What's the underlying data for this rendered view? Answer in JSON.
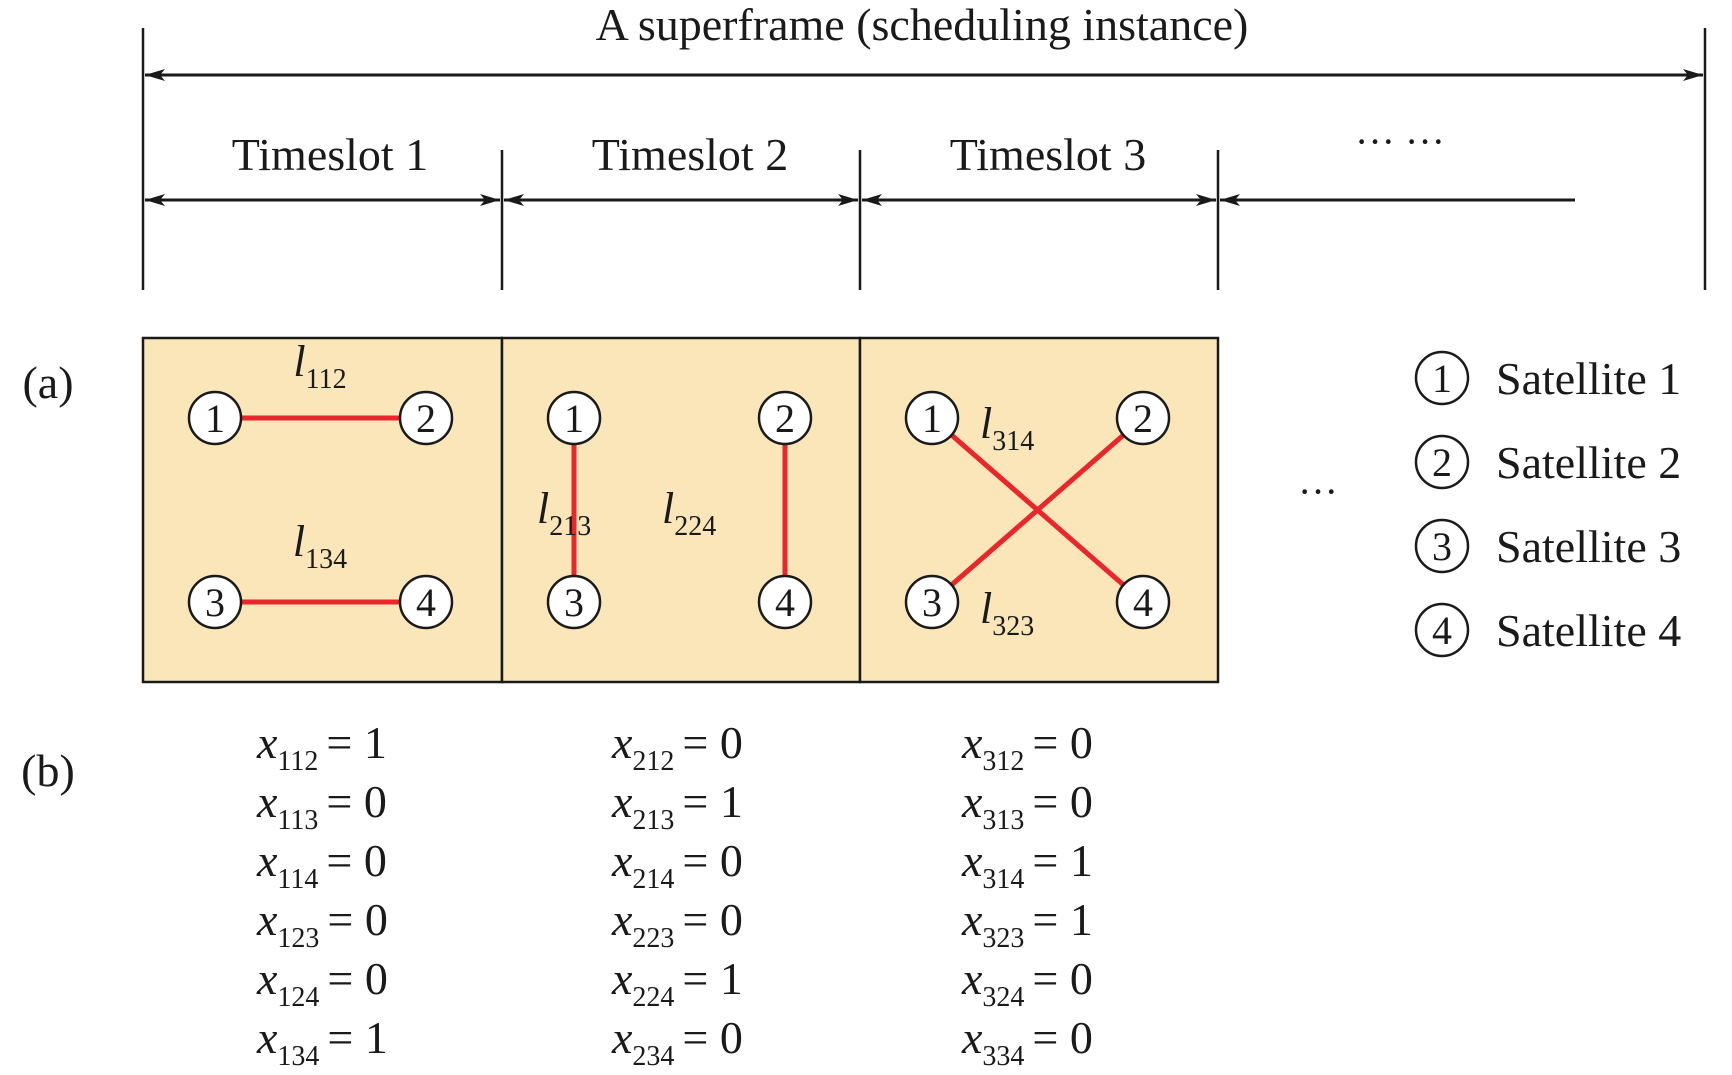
{
  "superframe": {
    "label": "A superframe (scheduling instance)"
  },
  "timeslots": [
    {
      "label": "Timeslot 1"
    },
    {
      "label": "Timeslot 2"
    },
    {
      "label": "Timeslot 3"
    }
  ],
  "timeslot_more": "··· ···",
  "panel_a": {
    "label": "(a)",
    "ellipsis": "···"
  },
  "panel_b": {
    "label": "(b)"
  },
  "slots": [
    {
      "nodes": [
        "1",
        "2",
        "3",
        "4"
      ],
      "links": [
        {
          "from": "1",
          "to": "2",
          "base": "l",
          "sub": "112"
        },
        {
          "from": "3",
          "to": "4",
          "base": "l",
          "sub": "134"
        }
      ]
    },
    {
      "nodes": [
        "1",
        "2",
        "3",
        "4"
      ],
      "links": [
        {
          "from": "1",
          "to": "3",
          "base": "l",
          "sub": "213"
        },
        {
          "from": "2",
          "to": "4",
          "base": "l",
          "sub": "224"
        }
      ]
    },
    {
      "nodes": [
        "1",
        "2",
        "3",
        "4"
      ],
      "links": [
        {
          "from": "1",
          "to": "4",
          "base": "l",
          "sub": "314"
        },
        {
          "from": "2",
          "to": "3",
          "base": "l",
          "sub": "323"
        }
      ]
    }
  ],
  "legend": [
    {
      "num": "1",
      "label": "Satellite 1"
    },
    {
      "num": "2",
      "label": "Satellite 2"
    },
    {
      "num": "3",
      "label": "Satellite 3"
    },
    {
      "num": "4",
      "label": "Satellite 4"
    }
  ],
  "equations": [
    [
      {
        "var": "x",
        "sub": "112",
        "eq": "= 1"
      },
      {
        "var": "x",
        "sub": "113",
        "eq": "= 0"
      },
      {
        "var": "x",
        "sub": "114",
        "eq": "= 0"
      },
      {
        "var": "x",
        "sub": "123",
        "eq": "= 0"
      },
      {
        "var": "x",
        "sub": "124",
        "eq": "= 0"
      },
      {
        "var": "x",
        "sub": "134",
        "eq": "= 1"
      }
    ],
    [
      {
        "var": "x",
        "sub": "212",
        "eq": "= 0"
      },
      {
        "var": "x",
        "sub": "213",
        "eq": "= 1"
      },
      {
        "var": "x",
        "sub": "214",
        "eq": "= 0"
      },
      {
        "var": "x",
        "sub": "223",
        "eq": "= 0"
      },
      {
        "var": "x",
        "sub": "224",
        "eq": "= 1"
      },
      {
        "var": "x",
        "sub": "234",
        "eq": "= 0"
      }
    ],
    [
      {
        "var": "x",
        "sub": "312",
        "eq": "= 0"
      },
      {
        "var": "x",
        "sub": "313",
        "eq": "= 0"
      },
      {
        "var": "x",
        "sub": "314",
        "eq": "= 1"
      },
      {
        "var": "x",
        "sub": "323",
        "eq": "= 1"
      },
      {
        "var": "x",
        "sub": "324",
        "eq": "= 0"
      },
      {
        "var": "x",
        "sub": "334",
        "eq": "= 0"
      }
    ]
  ]
}
